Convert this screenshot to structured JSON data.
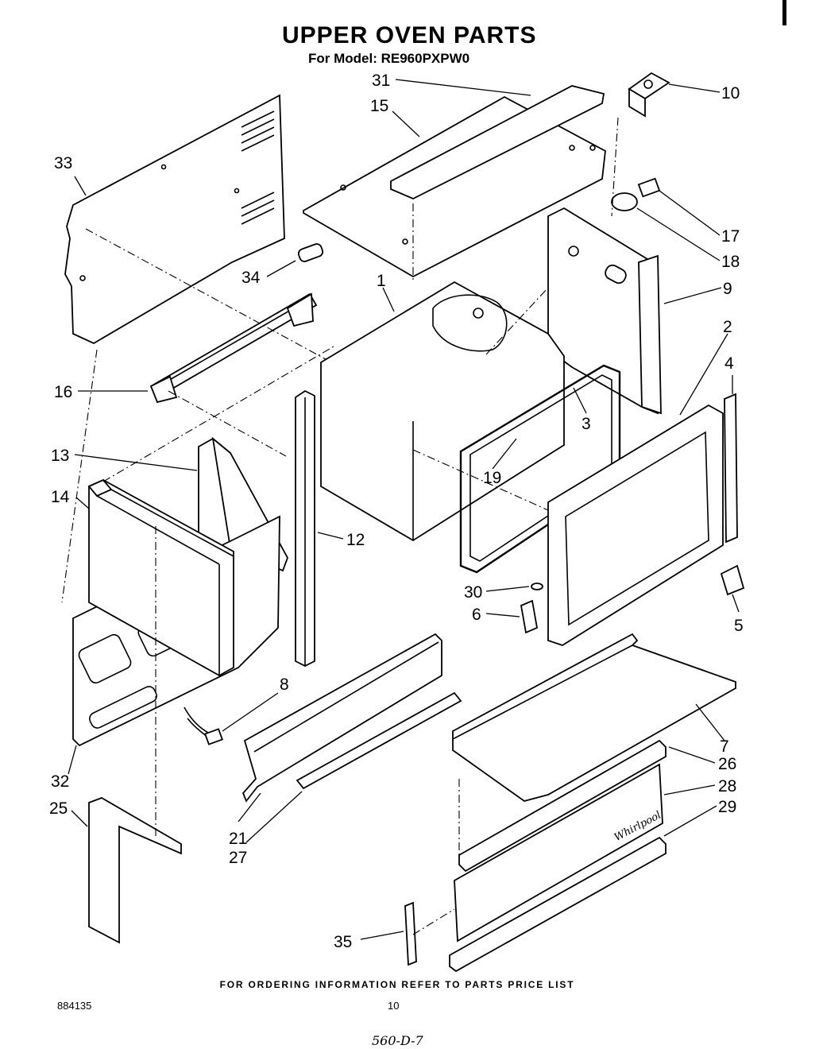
{
  "header": {
    "title": "UPPER OVEN PARTS",
    "subtitle": "For Model: RE960PXPW0"
  },
  "footer": {
    "ordering_note": "FOR ORDERING INFORMATION REFER TO PARTS PRICE LIST",
    "doc_number": "884135",
    "page_number": "10",
    "handwritten_note": "560-D-7"
  },
  "callouts": [
    "31",
    "15",
    "10",
    "33",
    "17",
    "18",
    "34",
    "1",
    "9",
    "2",
    "4",
    "16",
    "3",
    "13",
    "19",
    "14",
    "12",
    "30",
    "6",
    "5",
    "8",
    "7",
    "26",
    "32",
    "28",
    "25",
    "29",
    "21",
    "27",
    "35"
  ],
  "panel_28_logo": "Whirlpool"
}
